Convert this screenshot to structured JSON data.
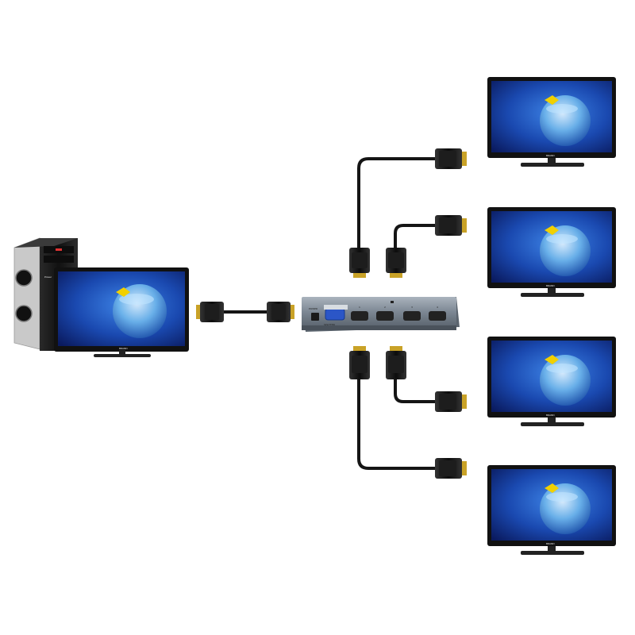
{
  "diagram": {
    "source_pc": {
      "case_label": "Power",
      "monitor_brand": "BRAND"
    },
    "splitter": {
      "model_label": "SPLITTER",
      "power_label": "POWER",
      "port_labels": [
        "1",
        "2",
        "3",
        "4"
      ]
    },
    "output_displays": [
      {
        "brand": "BRAND"
      },
      {
        "brand": "BRAND"
      },
      {
        "brand": "BRAND"
      },
      {
        "brand": "BRAND"
      }
    ],
    "colors": {
      "screen_deep": "#0b1f6b",
      "screen_light": "#2f6fd6",
      "bezel": "#111111",
      "cable": "#151515",
      "connector_gold": "#c9a227",
      "splitter_body": "#7b8794"
    }
  }
}
